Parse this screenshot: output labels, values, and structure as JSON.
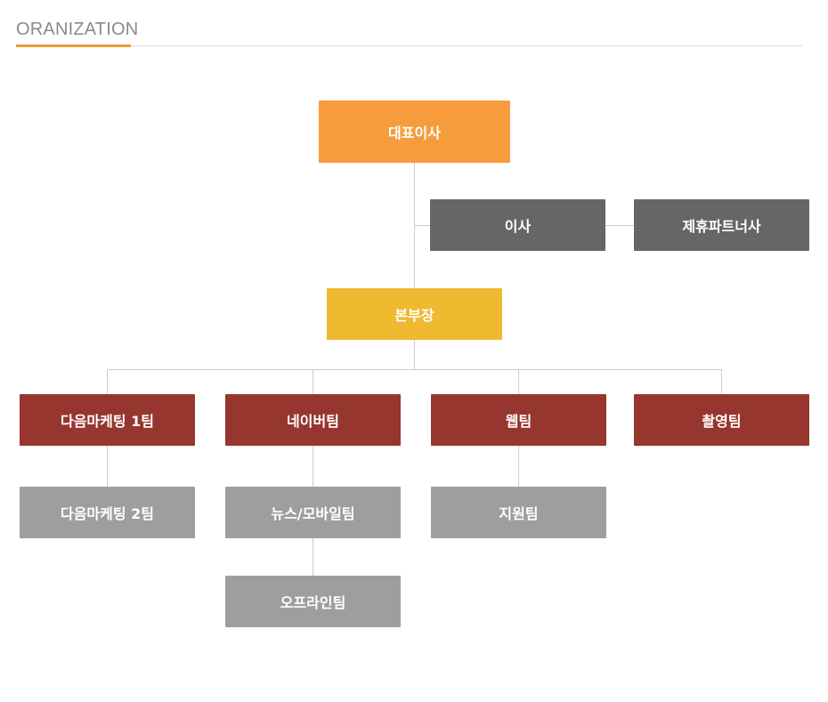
{
  "header": {
    "title": "ORANIZATION"
  },
  "org": {
    "ceo": "대표이사",
    "director": "이사",
    "partner": "제휴파트너사",
    "general_manager": "본부장",
    "teams": [
      "다음마케팅 1팀",
      "네이버팀",
      "웹팀",
      "촬영팀"
    ],
    "subteams": {
      "daum_2": "다음마케팅 2팀",
      "news_mobile": "뉴스/모바일팀",
      "offline": "오프라인팀",
      "support": "지원팀"
    }
  },
  "colors": {
    "accent": "#f29a3b",
    "ceo": "#f79c3c",
    "director": "#666666",
    "general_manager": "#efb930",
    "team": "#97362f",
    "subteam": "#9f9e9e",
    "connector": "#cccccc"
  }
}
